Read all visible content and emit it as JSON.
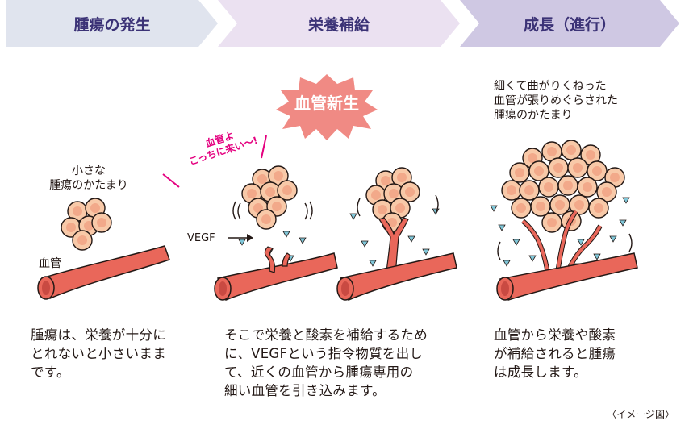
{
  "stages": [
    {
      "label": "腫瘍の発生",
      "color": "#e0e4ee"
    },
    {
      "label": "栄養補給",
      "color": "#e8def0"
    },
    {
      "label": "成長（進行）",
      "color": "#cfc8e3"
    }
  ],
  "labels": {
    "small_tumor": [
      "小さな",
      "腫瘍のかたまり"
    ],
    "blood_vessel": "血管",
    "vegf": "VEGF",
    "angiogenesis": "血管新生",
    "shout": [
      "血管よ",
      "こっちに来い〜!"
    ],
    "grown_tumor": [
      "細くて曲がりくねった",
      "血管が張りめぐらされた",
      "腫瘍のかたまり"
    ]
  },
  "descriptions": [
    [
      "腫瘍は、栄養が十分に",
      "とれないと小さいまま",
      "です。"
    ],
    [
      "そこで栄養と酸素を補給するため",
      "に、VEGFという指令物質を出し",
      "て、近くの血管から腫瘍専用の",
      "細い血管を引き込みます。"
    ],
    [
      "血管から栄養や酸素",
      "が補給されると腫瘍",
      "は成長します。"
    ]
  ],
  "note": "〈イメージ図〉",
  "colors": {
    "vessel": "#e9675a",
    "cell": "#f8c9a8",
    "cell_core": "#f2a98a",
    "burst": "#f08a84",
    "vegf": "#7fc6d8"
  }
}
